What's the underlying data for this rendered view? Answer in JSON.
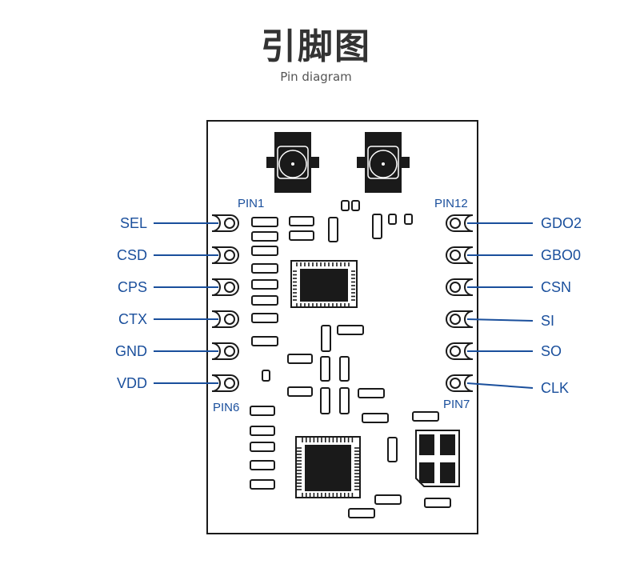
{
  "title": "引脚图",
  "subtitle": "Pin diagram",
  "colors": {
    "accent": "#1a4f9c",
    "line": "#1a1a1a"
  },
  "pin_markers": {
    "top_left": "PIN1",
    "bottom_left": "PIN6",
    "top_right": "PIN12",
    "bottom_right": "PIN7"
  },
  "left_pins": [
    "SEL",
    "CSD",
    "CPS",
    "CTX",
    "GND",
    "VDD"
  ],
  "right_pins": [
    "GDO2",
    "GBO0",
    "CSN",
    "SI",
    "SO",
    "CLK"
  ]
}
